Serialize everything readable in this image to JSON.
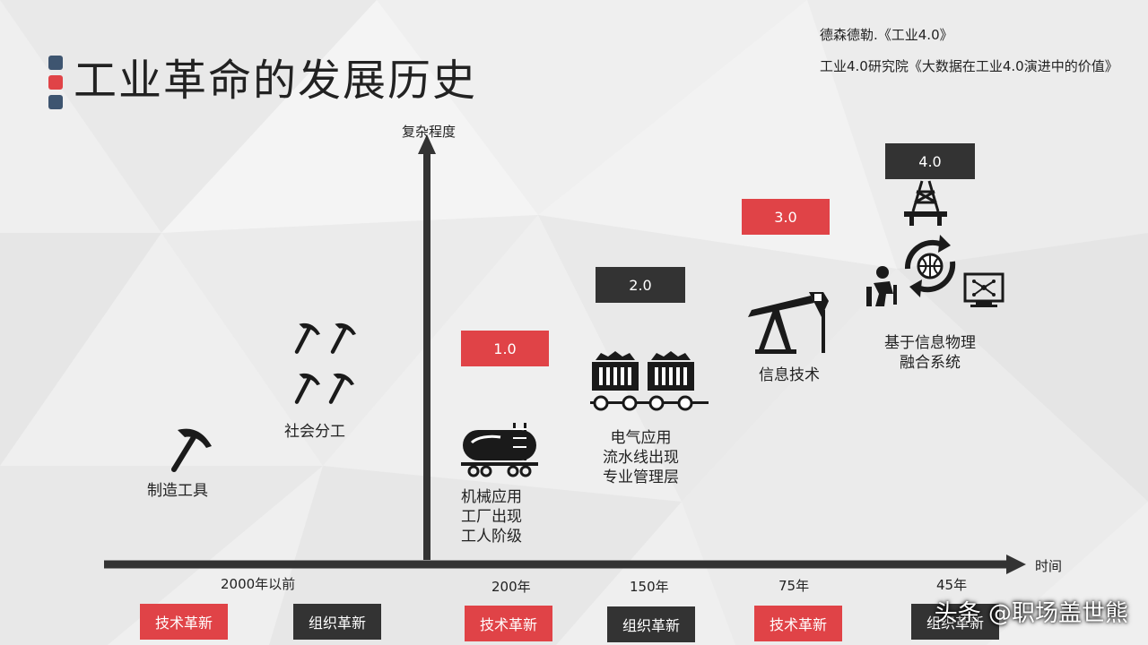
{
  "title": "工业革命的发展历史",
  "references": [
    "德森德勒.《工业4.0》",
    "工业4.0研究院《大数据在工业4.0演进中的价值》"
  ],
  "axes": {
    "y_label": "复杂程度",
    "x_label": "时间"
  },
  "stages": [
    {
      "label": "制造工具",
      "time": "2000年以前",
      "icon": "hammer-icon"
    },
    {
      "label": "社会分工",
      "icon": "hammers-icon"
    },
    {
      "version": "1.0",
      "lines": [
        "机械应用",
        "工厂出现",
        "工人阶级"
      ],
      "time": "200年",
      "icon": "tank-car-icon"
    },
    {
      "version": "2.0",
      "lines": [
        "电气应用",
        "流水线出现",
        "专业管理层"
      ],
      "time": "150年",
      "icon": "coal-carts-icon"
    },
    {
      "version": "3.0",
      "lines": [
        "信息技术"
      ],
      "time": "75年",
      "icon": "pump-jack-icon"
    },
    {
      "version": "4.0",
      "lines": [
        "基于信息物理",
        "融合系统"
      ],
      "time": "45年",
      "icon": "cyber-physical-icon"
    }
  ],
  "tags": [
    "技术革新",
    "组织革新",
    "技术革新",
    "组织革新",
    "技术革新",
    "组织革新"
  ],
  "watermark": "头条 @职场盖世熊",
  "colors": {
    "accent_red": "#e04347",
    "dark": "#333333",
    "slate": "#3e5570"
  }
}
